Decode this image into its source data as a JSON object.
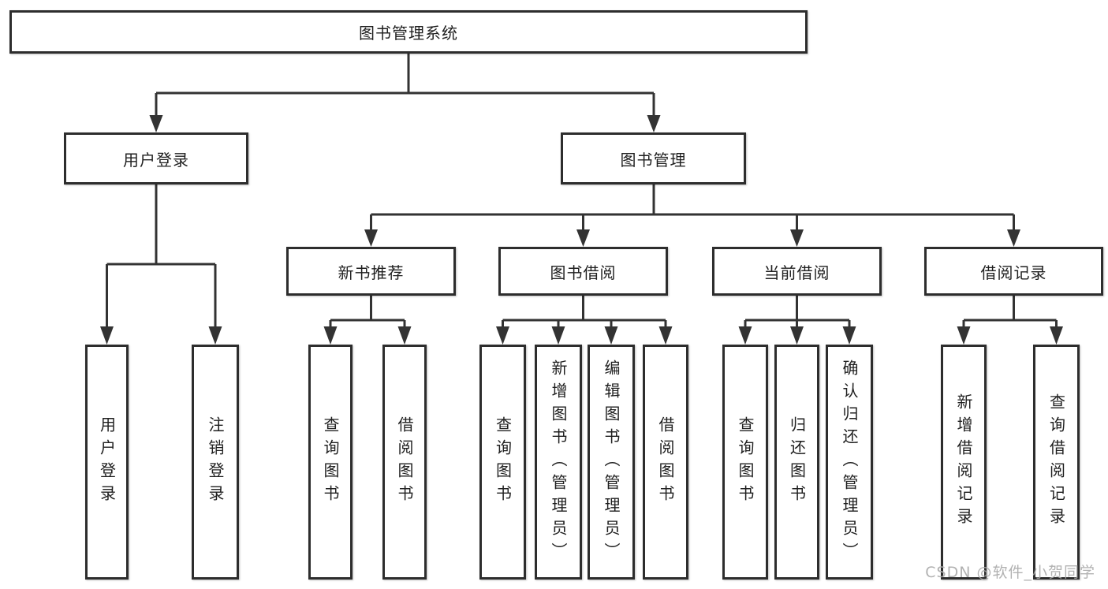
{
  "diagram": {
    "root": {
      "label": "图书管理系统"
    },
    "branches": [
      {
        "label": "用户登录",
        "children": [
          {
            "label": "用户登录"
          },
          {
            "label": "注销登录"
          }
        ]
      },
      {
        "label": "图书管理",
        "children": [
          {
            "label": "新书推荐",
            "children": [
              {
                "label": "查询图书"
              },
              {
                "label": "借阅图书"
              }
            ]
          },
          {
            "label": "图书借阅",
            "children": [
              {
                "label": "查询图书"
              },
              {
                "label": "新增图书（管理员）"
              },
              {
                "label": "编辑图书（管理员）"
              },
              {
                "label": "借阅图书"
              }
            ]
          },
          {
            "label": "当前借阅",
            "children": [
              {
                "label": "查询图书"
              },
              {
                "label": "归还图书"
              },
              {
                "label": "确认归还（管理员）"
              }
            ]
          },
          {
            "label": "借阅记录",
            "children": [
              {
                "label": "新增借阅记录"
              },
              {
                "label": "查询借阅记录"
              }
            ]
          }
        ]
      }
    ]
  },
  "watermark": {
    "text": "CSDN @软件_小贺同学"
  },
  "colors": {
    "line": "#333333",
    "box_border": "#2d2d2d",
    "text": "#1f1f1f",
    "watermark": "#aaaaaa",
    "background": "#ffffff"
  }
}
